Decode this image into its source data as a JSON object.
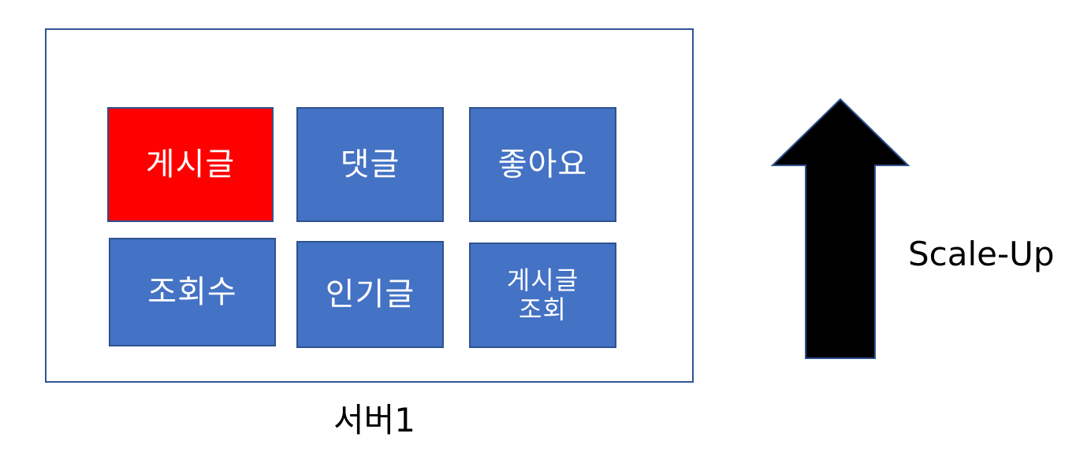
{
  "server": {
    "label": "서버1",
    "border_color": "#2f5597"
  },
  "services": {
    "post": "게시글",
    "comment": "댓글",
    "like": "좋아요",
    "view_count": "조회수",
    "popular_post": "인기글",
    "post_view_line1": "게시글",
    "post_view_line2": "조회"
  },
  "colors": {
    "service_fill": "#4472c4",
    "highlight_fill": "#ff0000",
    "arrow_fill": "#000000"
  },
  "arrow": {
    "label": "Scale-Up",
    "direction": "up"
  }
}
